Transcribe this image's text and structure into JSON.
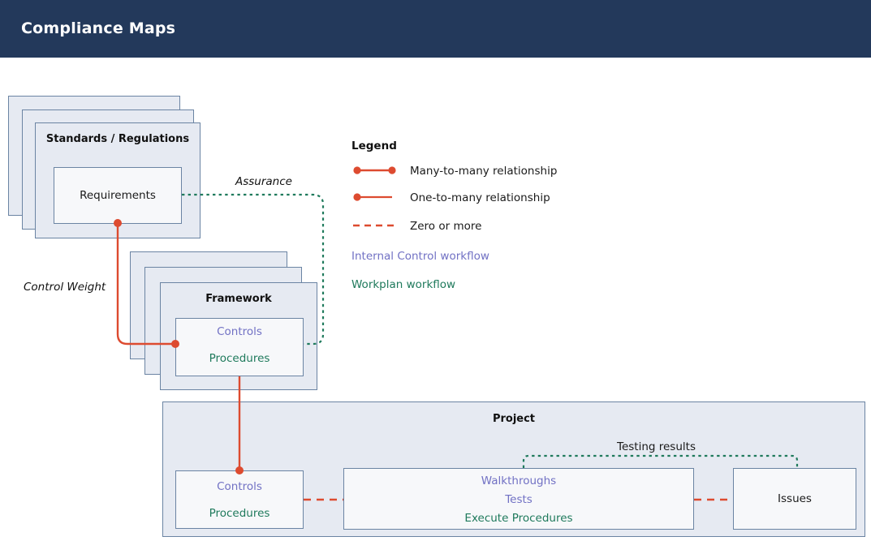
{
  "header": {
    "title": "Compliance Maps",
    "bg_color": "#23395b"
  },
  "colors": {
    "red": "#dd4b30",
    "green": "#1f7a5c",
    "purple": "#7171c4",
    "box_fill": "#e6eaf2",
    "inner_fill": "#f7f8fa",
    "box_border": "#6b84a3"
  },
  "diagram": {
    "standards": {
      "title": "Standards / Regulations",
      "inner": {
        "label": "Requirements"
      }
    },
    "framework": {
      "title": "Framework",
      "inner": {
        "controls": "Controls",
        "procedures": "Procedures"
      }
    },
    "project": {
      "title": "Project",
      "controls_box": {
        "controls": "Controls",
        "procedures": "Procedures"
      },
      "testing_box": {
        "walkthroughs": "Walkthroughs",
        "tests": "Tests",
        "execute_procedures": "Execute Procedures"
      },
      "issues_box": {
        "label": "Issues"
      },
      "testing_results_label": "Testing results"
    },
    "edge_labels": {
      "assurance": "Assurance",
      "control_weight": "Control Weight"
    }
  },
  "legend": {
    "title": "Legend",
    "items": [
      {
        "label": "Many-to-many relationship",
        "style": "solid-dot-both"
      },
      {
        "label": "One-to-many relationship",
        "style": "solid-dot-left"
      },
      {
        "label": "Zero or more",
        "style": "dashed"
      }
    ],
    "workflows": [
      {
        "label": "Internal Control workflow",
        "color": "#7171c4"
      },
      {
        "label": "Workplan workflow",
        "color": "#1f7a5c"
      }
    ]
  }
}
